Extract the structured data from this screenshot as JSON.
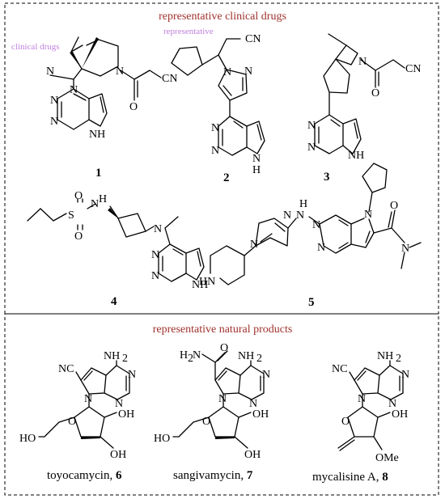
{
  "sections": {
    "clinical_title": "representative clinical drugs",
    "natural_title": "representative natural products",
    "ghost_1": "clinical drugs",
    "ghost_2": "representative"
  },
  "compounds": {
    "c1": {
      "number": "1"
    },
    "c2": {
      "number": "2"
    },
    "c3": {
      "number": "3"
    },
    "c4": {
      "number": "4"
    },
    "c5": {
      "number": "5"
    },
    "c6": {
      "name": "toyocamycin, ",
      "number": "6"
    },
    "c7": {
      "name": "sangivamycin, ",
      "number": "7"
    },
    "c8": {
      "name": "mycalisine A, ",
      "number": "8"
    }
  },
  "atoms": {
    "N": "N",
    "NH": "NH",
    "H": "H",
    "O": "O",
    "S": "S",
    "HN": "HN",
    "CN": "CN",
    "NC": "NC",
    "NH2": "NH",
    "sub2": "2",
    "H2N": "H",
    "N2": "N",
    "OH": "OH",
    "HO": "HO",
    "OMe": "OMe"
  }
}
